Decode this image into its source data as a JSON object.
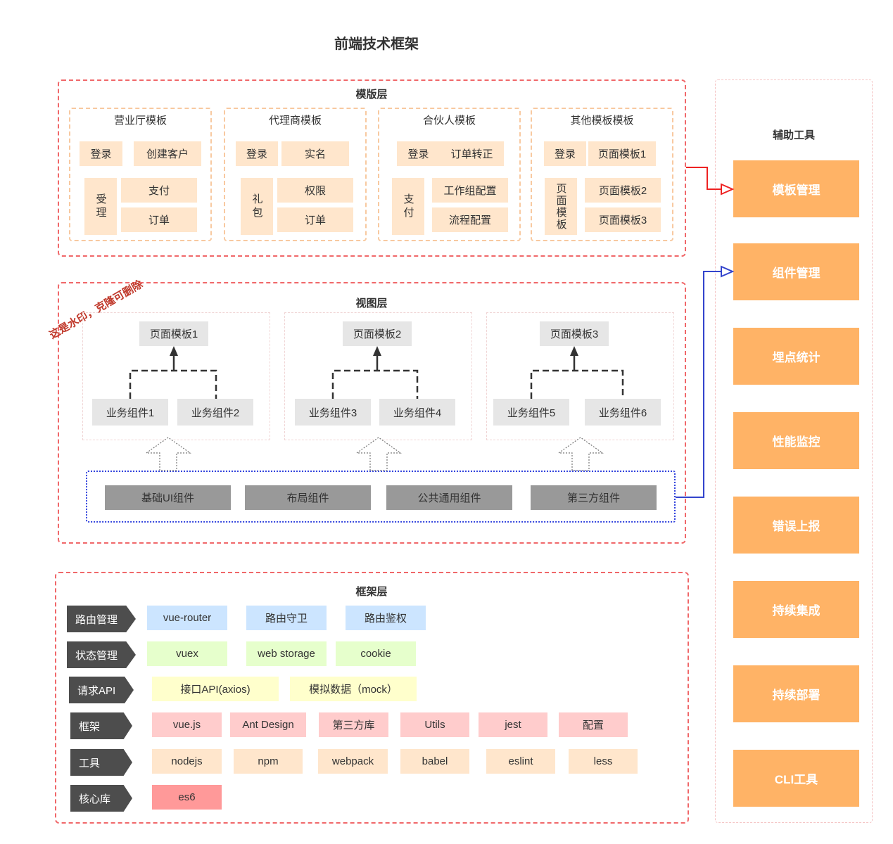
{
  "title": "前端技术框架",
  "watermark": "这是水印，克隆可删除",
  "template_layer": {
    "title": "模版层",
    "groups": [
      {
        "name": "营业厅模板",
        "items": [
          "登录",
          "创建客户",
          "受理",
          "支付",
          "订单"
        ]
      },
      {
        "name": "代理商模板",
        "items": [
          "登录",
          "实名",
          "礼包",
          "权限",
          "订单"
        ]
      },
      {
        "name": "合伙人模板",
        "items": [
          "登录",
          "订单转正",
          "支付",
          "工作组配置",
          "流程配置"
        ]
      },
      {
        "name": "其他模板模板",
        "items": [
          "登录",
          "页面模板1",
          "页面模板",
          "页面模板2",
          "页面模板3"
        ]
      }
    ]
  },
  "view_layer": {
    "title": "视图层",
    "pages": [
      {
        "name": "页面模板1",
        "components": [
          "业务组件1",
          "业务组件2"
        ]
      },
      {
        "name": "页面模板2",
        "components": [
          "业务组件3",
          "业务组件4"
        ]
      },
      {
        "name": "页面模板3",
        "components": [
          "业务组件5",
          "业务组件6"
        ]
      }
    ],
    "base": [
      "基础UI组件",
      "布局组件",
      "公共通用组件",
      "第三方组件"
    ]
  },
  "framework_layer": {
    "title": "框架层",
    "rows": [
      {
        "label": "路由管理",
        "items": [
          "vue-router",
          "路由守卫",
          "路由鉴权"
        ]
      },
      {
        "label": "状态管理",
        "items": [
          "vuex",
          "web storage",
          "cookie"
        ]
      },
      {
        "label": "请求API",
        "items": [
          "接口API(axios)",
          "模拟数据（mock）"
        ]
      },
      {
        "label": "框架",
        "items": [
          "vue.js",
          "Ant Design",
          "第三方库",
          "Utils",
          "jest",
          "配置"
        ]
      },
      {
        "label": "工具",
        "items": [
          "nodejs",
          "npm",
          "webpack",
          "babel",
          "eslint",
          "less"
        ]
      },
      {
        "label": "核心库",
        "items": [
          "es6"
        ]
      }
    ]
  },
  "tools": {
    "title": "辅助工具",
    "items": [
      "模板管理",
      "组件管理",
      "埋点统计",
      "性能监控",
      "错误上报",
      "持续集成",
      "持续部署",
      "CLI工具"
    ]
  },
  "colors": {
    "layer_border": "#f0686a",
    "template_border": "#f8c9a0",
    "tool_fill": "#ffb366",
    "router_fill": "#cce5ff",
    "state_fill": "#e6ffcc",
    "api_fill": "#ffffcc",
    "framework_fill": "#ffcccc",
    "tools_fill": "#ffe6cc",
    "core_fill": "#ff9999",
    "link_red": "#ee2222",
    "link_blue": "#3344cc"
  }
}
